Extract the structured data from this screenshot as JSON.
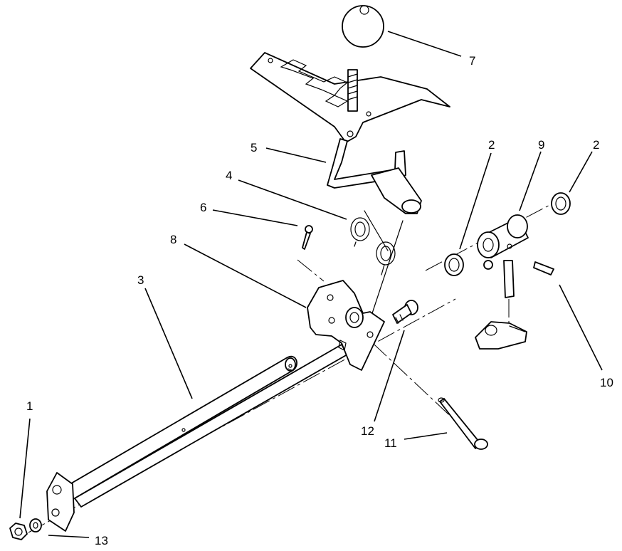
{
  "callouts": {
    "c1": "1",
    "c2a": "2",
    "c2b": "2",
    "c3": "3",
    "c4": "4",
    "c5": "5",
    "c6": "6",
    "c7": "7",
    "c8": "8",
    "c9": "9",
    "c10": "10",
    "c11": "11",
    "c12": "12",
    "c13": "13"
  }
}
